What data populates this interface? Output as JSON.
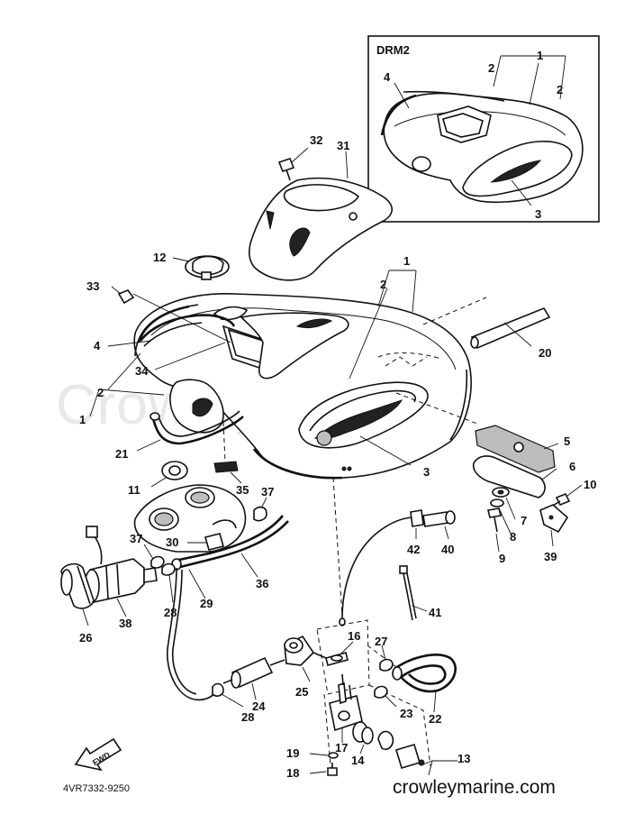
{
  "diagram": {
    "drawing_code": "4VR7332-9250",
    "inset_label": "DRM2",
    "watermark": "Crowley Marine",
    "website": "crowleymarine.com",
    "direction_label": "FWD"
  },
  "callouts": {
    "c1_inset": "1",
    "c2_inset_a": "2",
    "c2_inset_b": "2",
    "c3_inset": "3",
    "c4_inset": "4",
    "c1_main": "1",
    "c2_main": "2",
    "c1_left": "1",
    "c2_left": "2",
    "c3_main": "3",
    "c4_main": "4",
    "c5": "5",
    "c6": "6",
    "c7": "7",
    "c8": "8",
    "c9": "9",
    "c10": "10",
    "c11": "11",
    "c12": "12",
    "c13": "13",
    "c14": "14",
    "c16": "16",
    "c17": "17",
    "c18": "18",
    "c19": "19",
    "c20": "20",
    "c21": "21",
    "c22": "22",
    "c23": "23",
    "c24": "24",
    "c25": "25",
    "c26": "26",
    "c27": "27",
    "c28_a": "28",
    "c28_b": "28",
    "c29": "29",
    "c30": "30",
    "c31": "31",
    "c32": "32",
    "c33": "33",
    "c34": "34",
    "c35": "35",
    "c36": "36",
    "c37_a": "37",
    "c37_b": "37",
    "c38": "38",
    "c39": "39",
    "c40": "40",
    "c41": "41",
    "c42": "42"
  }
}
